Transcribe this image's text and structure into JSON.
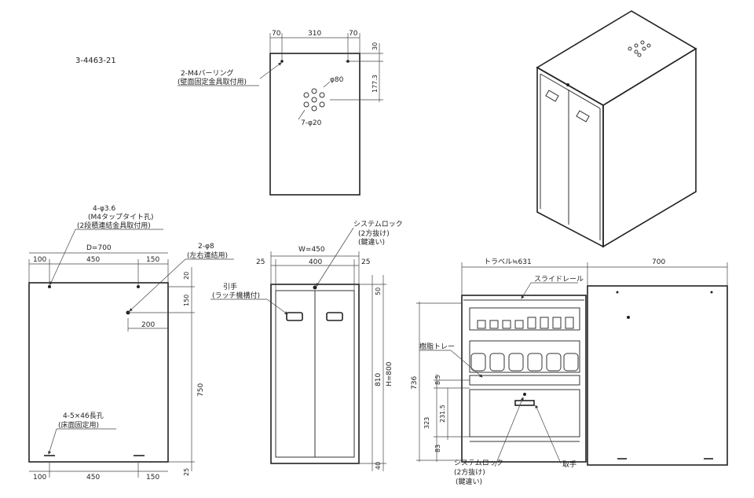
{
  "part_number": "3-4463-21",
  "top_view": {
    "dims": {
      "left": "70",
      "center": "310",
      "right": "70",
      "top_offset": "30",
      "hole_offset": "177.3"
    },
    "callouts": {
      "bur_ring_1": "2-M4バーリング",
      "bur_ring_2": "(壁面固定金具取付用)",
      "circle_80": "φ80",
      "holes_20": "7-φ20"
    }
  },
  "side_view": {
    "dims": {
      "depth": "D=700",
      "left": "100",
      "center": "450",
      "right": "150",
      "top": "20",
      "upper": "150",
      "height": "750",
      "bottom": "25",
      "hole_x": "200",
      "bottom_left": "100",
      "bottom_center": "450",
      "bottom_right": "150"
    },
    "callouts": {
      "tap_1": "4-φ3.6",
      "tap_2": "(M4タップタイト孔)",
      "tap_3": "(2段積連結金具取付用)",
      "side_hole_1": "2-φ8",
      "side_hole_2": "(左右連結用)",
      "slot_1": "4-5×46長孔",
      "slot_2": "(床面固定用)"
    }
  },
  "front_view": {
    "dims": {
      "width": "W=450",
      "left": "25",
      "center": "400",
      "right": "25",
      "top": "50",
      "inner": "810",
      "height": "H=800",
      "bottom": "40"
    },
    "callouts": {
      "lock_1": "システムロック",
      "lock_2": "(2方抜け)",
      "lock_3": "(鍵違い)",
      "handle_1": "引手",
      "handle_2": "(ラッチ機構付)"
    }
  },
  "open_view": {
    "dims": {
      "travel": "トラベル≒631",
      "depth": "700",
      "height": "736",
      "d1": "8.5",
      "d2": "323",
      "d3": "231.5",
      "d4": "83"
    },
    "callouts": {
      "slide_rail": "スライドレール",
      "resin_tray": "樹脂トレー",
      "lock_1": "システムロック",
      "lock_2": "(2方抜け)",
      "lock_3": "(鍵違い)",
      "handle": "取手"
    }
  }
}
